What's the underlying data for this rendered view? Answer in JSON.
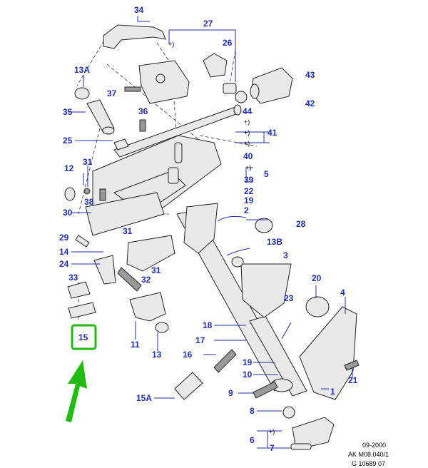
{
  "diagram": {
    "labels": [
      "34",
      "27",
      "26",
      "13A",
      "43",
      "37",
      "42",
      "36",
      "35",
      "44",
      "41",
      "25",
      "40",
      "31",
      "5",
      "12",
      "39",
      "38",
      "22",
      "19",
      "2",
      "30",
      "28",
      "31",
      "13B",
      "29",
      "14",
      "24",
      "3",
      "31",
      "32",
      "20",
      "33",
      "4",
      "23",
      "15",
      "18",
      "11",
      "17",
      "13",
      "16",
      "21",
      "19",
      "10",
      "15A",
      "9",
      "1",
      "8",
      "6",
      "7"
    ],
    "highlight": {
      "label": "15",
      "color": "#22bb11"
    },
    "label_color": "#1f2fae",
    "meta": {
      "date": "09-2000",
      "ref": "AK M08.040/1",
      "code": "G 10689 07"
    }
  }
}
